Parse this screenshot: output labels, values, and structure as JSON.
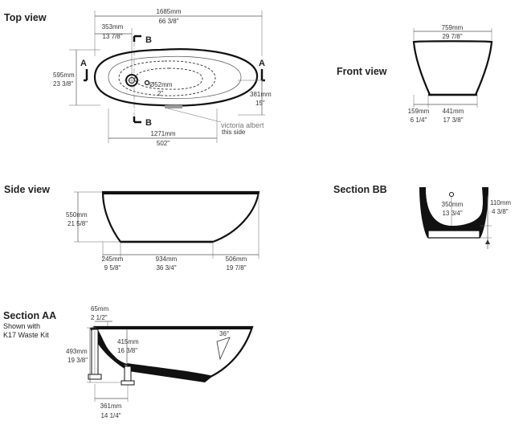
{
  "views": {
    "top": {
      "title": "Top view",
      "dims": {
        "length_mm": "1685mm",
        "length_in": "66 3/8\"",
        "waste_offset_mm": "353mm",
        "waste_offset_in": "13 7/8\"",
        "width_mm": "595mm",
        "width_in": "23 3/8\"",
        "waste_dia_mm": "Ø52mm",
        "waste_dia_in": "2\"",
        "depth_offset_mm": "381mm",
        "depth_offset_in": "15\"",
        "inner_mm": "1271mm",
        "inner_in": "502\""
      },
      "section_a": "A",
      "section_b": "B",
      "logo_text": "victoria albert",
      "logo_note": "this side"
    },
    "front": {
      "title": "Front view",
      "dims": {
        "top_mm": "759mm",
        "top_in": "29 7/8\"",
        "left_mm": "159mm",
        "left_in": "6 1/4\"",
        "base_mm": "441mm",
        "base_in": "17 3/8\""
      }
    },
    "side": {
      "title": "Side view",
      "dims": {
        "height_mm": "550mm",
        "height_in": "21 5/8\"",
        "left_mm": "245mm",
        "left_in": "9 5/8\"",
        "base_mm": "934mm",
        "base_in": "36 3/4\"",
        "right_mm": "506mm",
        "right_in": "19 7/8\""
      }
    },
    "section_bb": {
      "title": "Section BB",
      "dims": {
        "inner_mm": "350mm",
        "inner_in": "13 3/4\"",
        "side_mm": "110mm",
        "side_in": "4 3/8\""
      }
    },
    "section_aa": {
      "title": "Section AA",
      "subtitle_1": "Shown with",
      "subtitle_2": "K17 Waste Kit",
      "angle": "36°",
      "dims": {
        "top_mm": "65mm",
        "top_in": "2 1/2\"",
        "height_mm": "493mm",
        "height_in": "19 3/8\"",
        "inner_mm": "415mm",
        "inner_in": "16 3/8\"",
        "base_mm": "361mm",
        "base_in": "14 1/4\""
      }
    }
  }
}
